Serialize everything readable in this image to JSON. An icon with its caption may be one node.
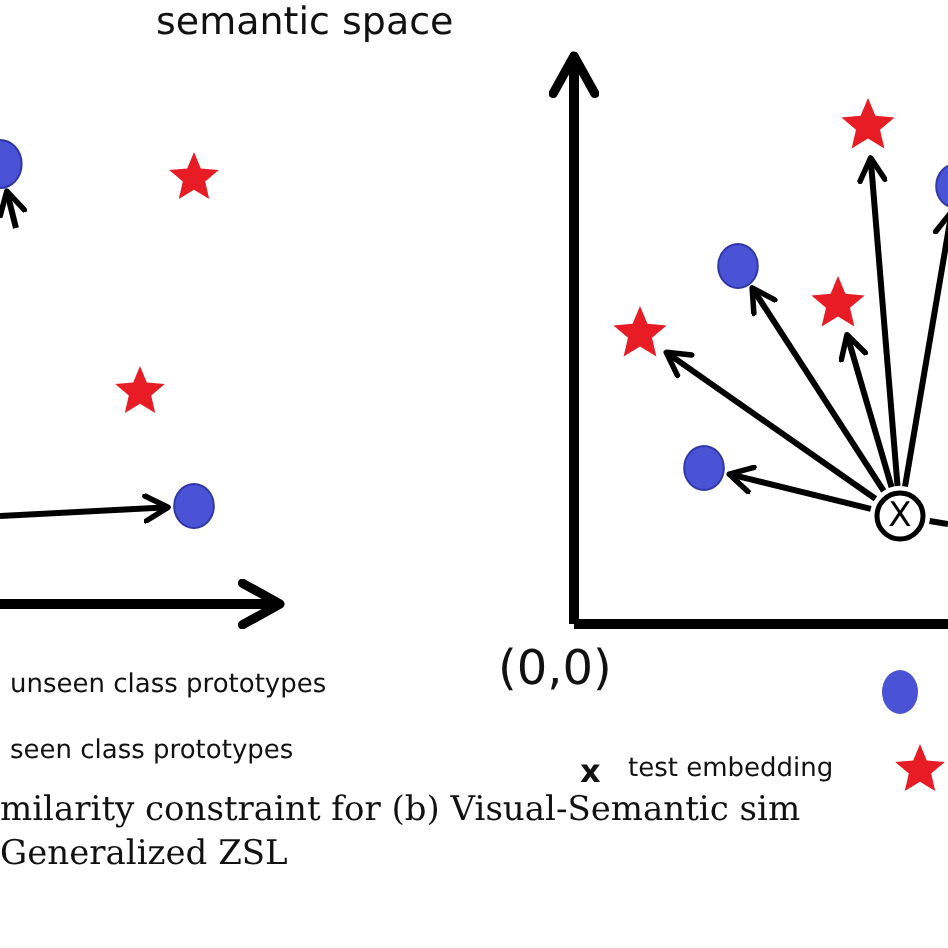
{
  "diagram": {
    "caption": "milarity constraint for (b) Visual-Semantic sim Generalized ZSL",
    "nodes": [
      {
        "text": [],
        "shape": "circle"
      },
      {
        "text": [],
        "shape": "star"
      },
      {
        "text": [],
        "shape": "star"
      },
      {
        "text": [],
        "shape": "circle"
      },
      {
        "text": [],
        "shape": "star"
      },
      {
        "text": [],
        "shape": "circle"
      },
      {
        "text": [],
        "shape": "circle"
      },
      {
        "text": [],
        "shape": "star"
      },
      {
        "text": [],
        "shape": "star"
      },
      {
        "text": [],
        "shape": "circle"
      },
      {
        "text": [
          "X"
        ]
      }
    ],
    "edges": [
      {
        "from": null,
        "to": 0,
        "arrow": "to"
      },
      {
        "from": null,
        "to": 3,
        "arrow": "to"
      },
      {
        "from": 10,
        "to": 4,
        "arrow": "to"
      },
      {
        "from": 10,
        "to": 5,
        "arrow": "to"
      },
      {
        "from": 10,
        "to": 6,
        "arrow": "to"
      },
      {
        "from": 10,
        "to": 7,
        "arrow": "to"
      },
      {
        "from": 10,
        "to": 8,
        "arrow": "to"
      },
      {
        "from": 10,
        "to": 9,
        "arrow": "to"
      },
      {
        "from": 10,
        "to": null,
        "arrow": "none"
      }
    ],
    "labels": [
      "semantic space",
      "(0,0)",
      "unseen class prototypes",
      "seen class prototypes",
      "x",
      "test embedding"
    ]
  }
}
